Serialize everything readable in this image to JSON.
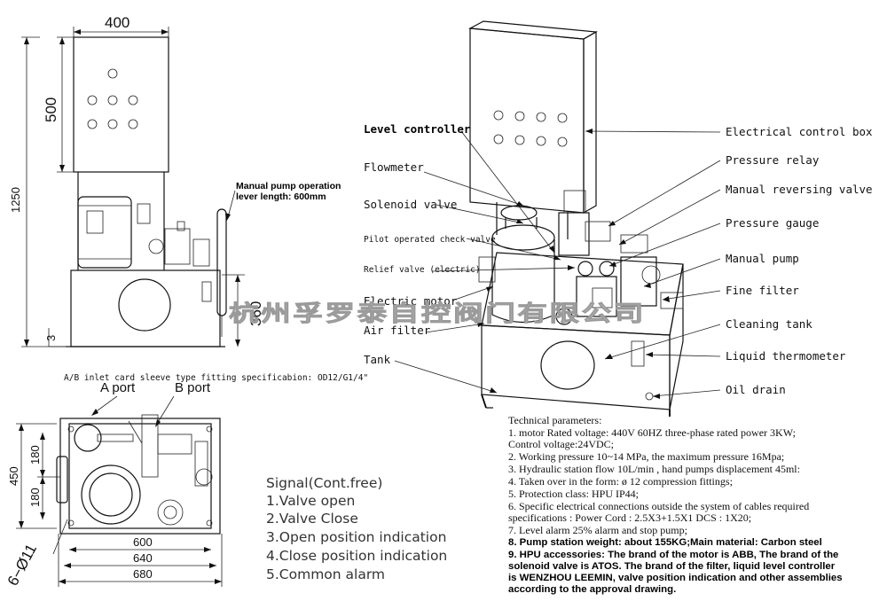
{
  "dimensions": {
    "width_400": "400",
    "height_500": "500",
    "height_1250": "1250",
    "height_360": "360",
    "gap_3": "3",
    "plan_450": "450",
    "plan_180_top": "180",
    "plan_180_bottom": "180",
    "plan_600": "600",
    "plan_640": "640",
    "plan_680": "680",
    "holes": "6−Ø11"
  },
  "front_view": {
    "manual_pump_note_line1": "Manual pump operation",
    "manual_pump_note_line2": "lever length: 600mm",
    "fitting_spec": "A/B inlet card sleeve type fitting specificabion: OD12/G1/4\""
  },
  "plan_view": {
    "a_port": "A port",
    "b_port": "B port"
  },
  "signal": {
    "title": "Signal(Cont.free)",
    "items": [
      "1.Valve open",
      "2.Valve Close",
      "3.Open position indication",
      "4.Close position indication",
      "5.Common alarm"
    ]
  },
  "labels_left": {
    "level_controller": "Level controller",
    "flowmeter": "Flowmeter",
    "solenoid_valve": "Solenoid valve",
    "pilot_check_valve": "Pilot operated check valve",
    "relief_valve": "Relief valve (electric)",
    "electric_motor": "Electric motor",
    "air_filter": "Air filter",
    "tank": "Tank"
  },
  "labels_right": {
    "electrical_control_box": "Electrical control box",
    "pressure_relay": "Pressure relay",
    "manual_reversing_valve": "Manual reversing valve",
    "pressure_gauge": "Pressure gauge",
    "manual_pump": "Manual pump",
    "fine_filter": "Fine filter",
    "cleaning_tank": "Cleaning tank",
    "liquid_thermometer": "Liquid thermometer",
    "oil_drain": "Oil drain"
  },
  "watermark": "杭州孚罗泰自控阀门有限公司",
  "technical": {
    "heading": "Technical parameters:",
    "lines": [
      "1. motor Rated voltage:  440V  60HZ three-phase rated power 3KW;",
      "    Control voltage:24VDC;",
      "2. Working pressure 10~14 MPa, the maximum pressure 16Mpa;",
      "3. Hydraulic station flow 10L/min , hand pumps displacement 45ml:",
      "4. Taken over in the form: ø 12 compression fittings;",
      "5. Protection class: HPU IP44;",
      "6. Specific electrical connections outside the system of cables  required",
      "    specifications : Power Cord : 2.5X3+1.5X1        DCS : 1X20;",
      "7. Level alarm 25% alarm and stop pump;"
    ],
    "bold_lines": [
      "8.  Pump station weight: about 155KG;Main material: Carbon steel",
      "9.  HPU accessories: The brand of the motor is ABB, The brand of the",
      "     solenoid valve is ATOS. The brand of the filter, liquid level controller",
      "     is WENZHOU LEEMIN, valve position indication and other assemblies",
      "     according to the approval drawing."
    ]
  }
}
